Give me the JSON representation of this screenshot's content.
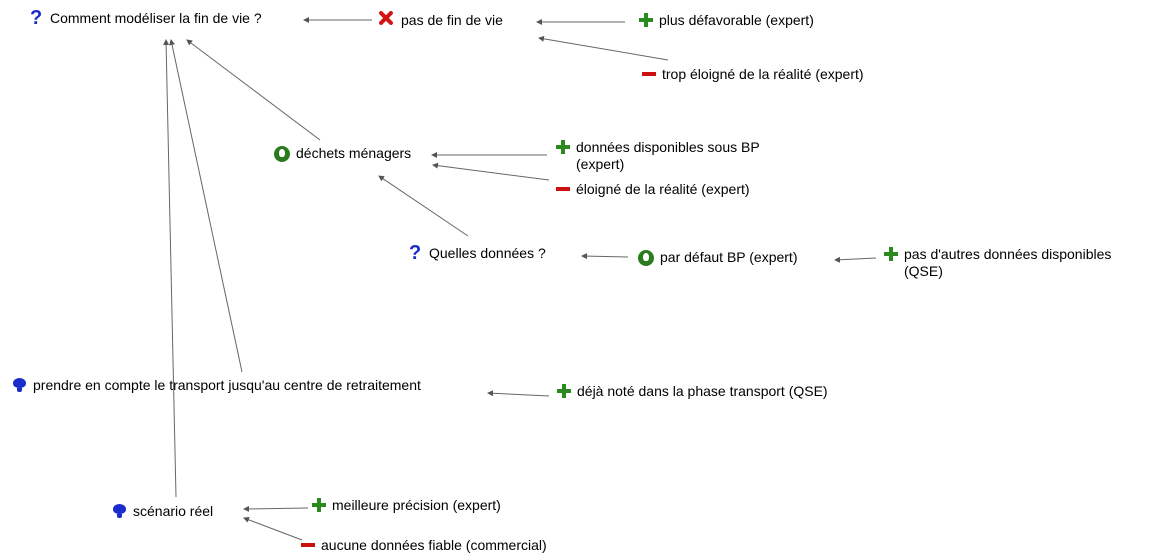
{
  "colors": {
    "question": "#1a2ccc",
    "plus": "#2a8a1e",
    "minus": "#cc1010",
    "idea": "#2a7a1e",
    "position": "#1a2ccc",
    "reject": "#d21414",
    "link": "#666666"
  },
  "nodes": {
    "q_fin_de_vie": {
      "icon": "question-icon",
      "label": "Comment modéliser la fin de vie ?"
    },
    "pas_fin_de_vie": {
      "icon": "x-icon",
      "label": "pas de fin de vie"
    },
    "plus_defavorable": {
      "icon": "plus-icon",
      "label": "plus défavorable (expert)"
    },
    "trop_eloigne": {
      "icon": "minus-icon",
      "label": "trop éloigné de la réalité (expert)"
    },
    "dechets_menagers": {
      "icon": "bulb-icon",
      "label": "déchets ménagers"
    },
    "donnees_dispo_bp": {
      "icon": "plus-icon",
      "label": "données disponibles sous BP (expert)"
    },
    "eloigne_realite": {
      "icon": "minus-icon",
      "label": "éloigné de la réalité (expert)"
    },
    "q_quelles_donnees": {
      "icon": "question-icon",
      "label": "Quelles données ?"
    },
    "par_defaut_bp": {
      "icon": "bulb-icon",
      "label": "par défaut BP (expert)"
    },
    "pas_autres_donnees": {
      "icon": "plus-icon",
      "label": "pas d'autres données disponibles (QSE)"
    },
    "prendre_transport": {
      "icon": "position-icon",
      "label": "prendre en compte le transport jusqu'au centre de retraitement"
    },
    "deja_note": {
      "icon": "plus-icon",
      "label": "déjà noté dans la phase transport (QSE)"
    },
    "scenario_reel": {
      "icon": "position-icon",
      "label": "scénario réel"
    },
    "meilleure_precision": {
      "icon": "plus-icon",
      "label": "meilleure précision (expert)"
    },
    "aucune_donnees": {
      "icon": "minus-icon",
      "label": "aucune données fiable (commercial)"
    }
  },
  "links": [
    [
      "pas_fin_de_vie",
      "q_fin_de_vie"
    ],
    [
      "plus_defavorable",
      "pas_fin_de_vie"
    ],
    [
      "trop_eloigne",
      "pas_fin_de_vie"
    ],
    [
      "dechets_menagers",
      "q_fin_de_vie"
    ],
    [
      "donnees_dispo_bp",
      "dechets_menagers"
    ],
    [
      "eloigne_realite",
      "dechets_menagers"
    ],
    [
      "q_quelles_donnees",
      "dechets_menagers"
    ],
    [
      "par_defaut_bp",
      "q_quelles_donnees"
    ],
    [
      "pas_autres_donnees",
      "par_defaut_bp"
    ],
    [
      "prendre_transport",
      "q_fin_de_vie"
    ],
    [
      "deja_note",
      "prendre_transport"
    ],
    [
      "scenario_reel",
      "q_fin_de_vie"
    ],
    [
      "meilleure_precision",
      "scenario_reel"
    ],
    [
      "aucune_donnees",
      "scenario_reel"
    ]
  ]
}
